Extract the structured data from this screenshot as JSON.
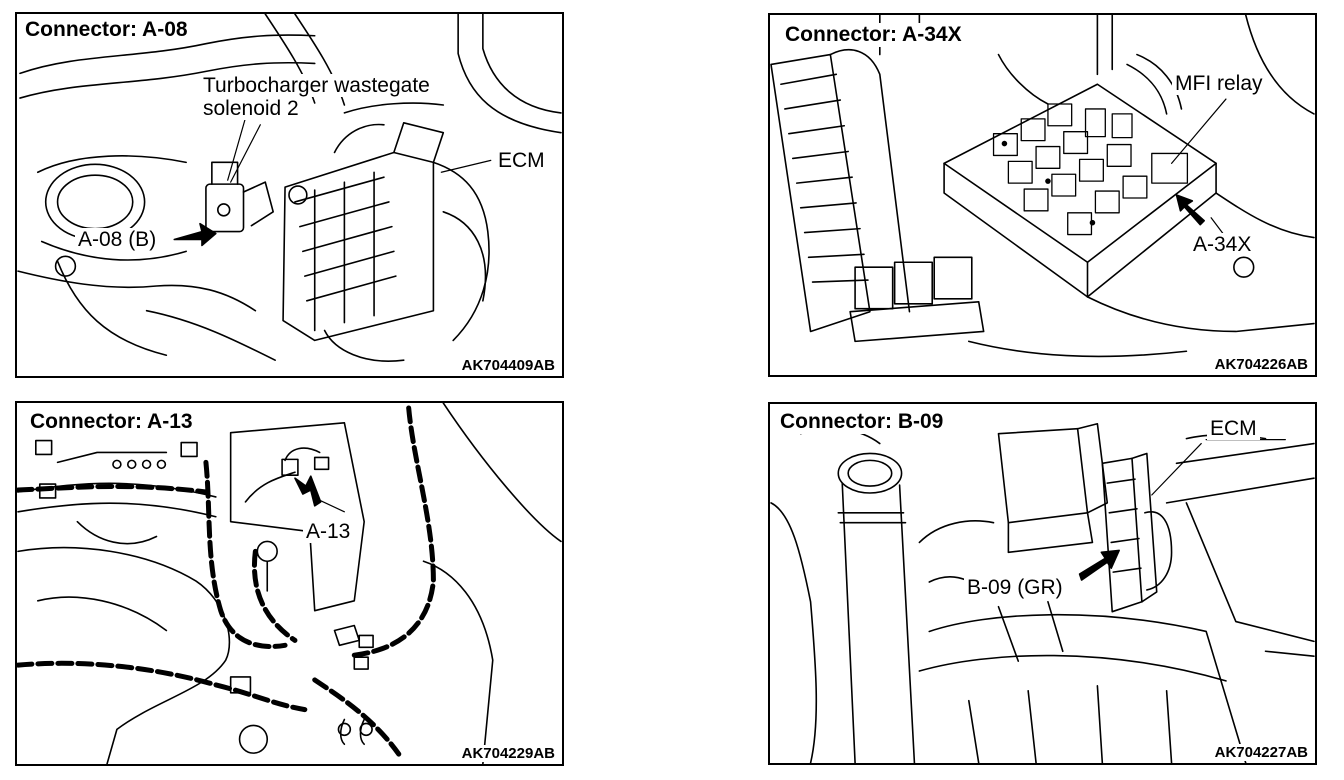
{
  "panels": [
    {
      "connector_title": "Connector: A-08",
      "labels": {
        "component": "Turbocharger wastegate solenoid 2",
        "component_line1": "Turbocharger wastegate",
        "component_line2": "solenoid 2",
        "ecm": "ECM",
        "connector": "A-08 (B)"
      },
      "figure_code": "AK704409AB"
    },
    {
      "connector_title": "Connector: A-34X",
      "labels": {
        "relay": "MFI relay",
        "connector": "A-34X"
      },
      "figure_code": "AK704226AB"
    },
    {
      "connector_title": "Connector: A-13",
      "labels": {
        "connector": "A-13"
      },
      "figure_code": "AK704229AB"
    },
    {
      "connector_title": "Connector: B-09",
      "labels": {
        "ecm": "ECM",
        "connector": "B-09 (GR)"
      },
      "figure_code": "AK704227AB"
    }
  ]
}
